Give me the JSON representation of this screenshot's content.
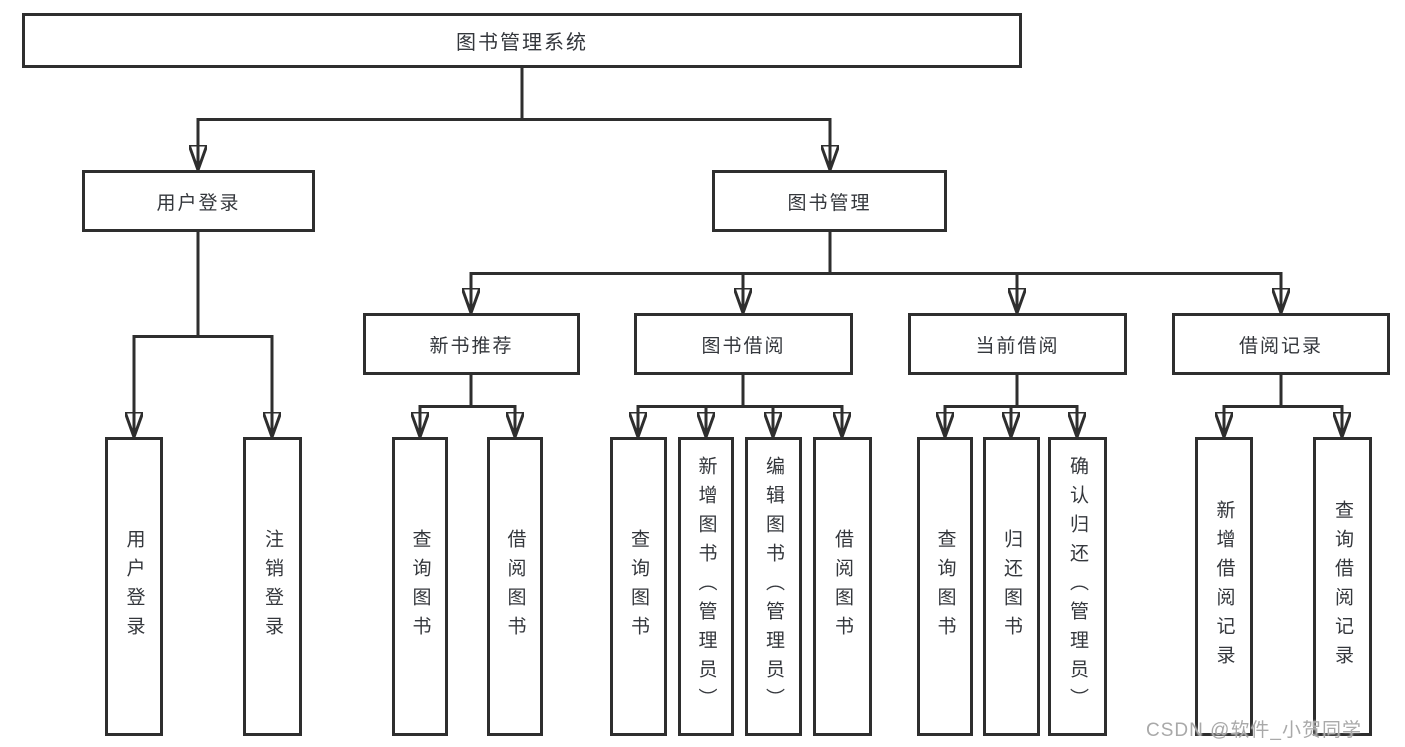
{
  "diagram": {
    "type": "tree",
    "title": "图书管理系统",
    "watermark": "CSDN @软件_小贺同学",
    "colors": {
      "background": "#ffffff",
      "box_fill": "#ffffff",
      "box_border": "#2e2e2e",
      "connector": "#2e2e2e",
      "text": "#34373c",
      "watermark": "#a9a9a9"
    },
    "nodes": {
      "root": {
        "label": "图书管理系统",
        "children": [
          "user_login",
          "book_mgmt"
        ]
      },
      "user_login": {
        "label": "用户登录",
        "children": [
          "ul_login",
          "ul_logout"
        ]
      },
      "book_mgmt": {
        "label": "图书管理",
        "children": [
          "new_book_rec",
          "book_borrow",
          "current_borrow",
          "borrow_records"
        ]
      },
      "new_book_rec": {
        "label": "新书推荐",
        "children": [
          "nb_query",
          "nb_borrow"
        ]
      },
      "book_borrow": {
        "label": "图书借阅",
        "children": [
          "bb_query",
          "bb_add",
          "bb_edit",
          "bb_borrow"
        ]
      },
      "current_borrow": {
        "label": "当前借阅",
        "children": [
          "cb_query",
          "cb_return",
          "cb_confirm"
        ]
      },
      "borrow_records": {
        "label": "借阅记录",
        "children": [
          "br_add",
          "br_query"
        ]
      },
      "ul_login": {
        "label": "用户登录",
        "children": []
      },
      "ul_logout": {
        "label": "注销登录",
        "children": []
      },
      "nb_query": {
        "label": "查询图书",
        "children": []
      },
      "nb_borrow": {
        "label": "借阅图书",
        "children": []
      },
      "bb_query": {
        "label": "查询图书",
        "children": []
      },
      "bb_add": {
        "label": "新增图书（管理员）",
        "children": []
      },
      "bb_edit": {
        "label": "编辑图书（管理员）",
        "children": []
      },
      "bb_borrow": {
        "label": "借阅图书",
        "children": []
      },
      "cb_query": {
        "label": "查询图书",
        "children": []
      },
      "cb_return": {
        "label": "归还图书",
        "children": []
      },
      "cb_confirm": {
        "label": "确认归还（管理员）",
        "children": []
      },
      "br_add": {
        "label": "新增借阅记录",
        "children": []
      },
      "br_query": {
        "label": "查询借阅记录",
        "children": []
      }
    }
  }
}
